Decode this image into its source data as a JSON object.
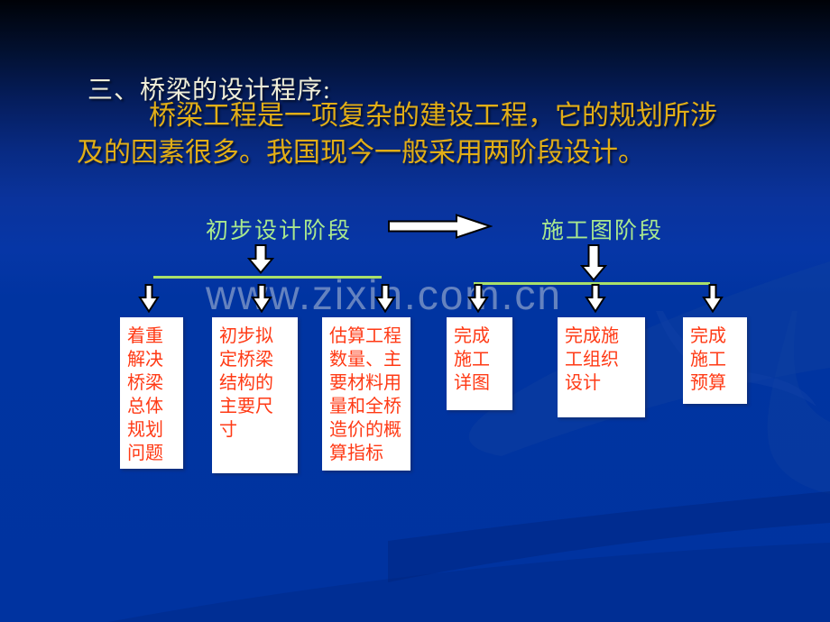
{
  "colors": {
    "background_blue": "#0033a0",
    "background_top": "#000207",
    "title_text": "#f0eed8",
    "body_text_gold": "#e2ae16",
    "stage_label_green": "#a9e88e",
    "branch_line_green": "#a9e06a",
    "box_text_red": "#ff3a15",
    "box_background": "#ffffff",
    "arrow_fill": "#ffffff",
    "arrow_outline": "#000000"
  },
  "header": {
    "title": "三、桥梁的设计程序:",
    "paragraph": "桥梁工程是一项复杂的建设工程，它的规划所涉\n及的因素很多。我国现今一般采用两阶段设计。"
  },
  "watermark": "www.zixin.com.cn",
  "flowchart": {
    "stage1": {
      "label": "初步设计阶段",
      "boxes": [
        {
          "text": "着重\n解决\n桥梁\n总体\n规划\n问题"
        },
        {
          "text": "初步拟\n定桥梁\n结构的\n主要尺\n寸"
        },
        {
          "text": "估算工程\n数量、主\n要材料用\n量和全桥\n造价的概\n算指标"
        }
      ]
    },
    "stage2": {
      "label": "施工图阶段",
      "boxes": [
        {
          "text": "完成\n施工\n详图"
        },
        {
          "text": "完成施\n工组织\n设计"
        },
        {
          "text": "完成\n施工\n预算"
        }
      ]
    }
  }
}
